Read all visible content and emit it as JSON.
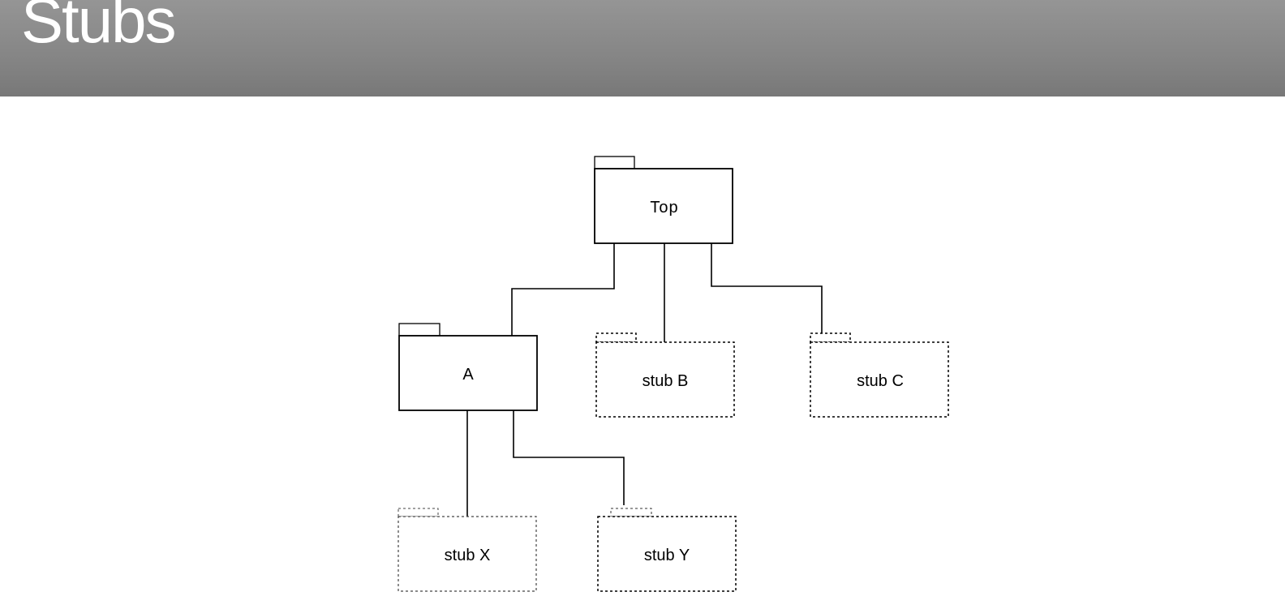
{
  "header": {
    "title": "Stubs"
  },
  "diagram": {
    "packages": [
      {
        "id": "top",
        "label": "Top",
        "kind": "package",
        "border": "solid"
      },
      {
        "id": "a",
        "label": "A",
        "kind": "package",
        "border": "solid"
      },
      {
        "id": "stub-b",
        "label": "stub B",
        "kind": "stub",
        "border": "dotted"
      },
      {
        "id": "stub-c",
        "label": "stub C",
        "kind": "stub",
        "border": "dotted"
      },
      {
        "id": "stub-x",
        "label": "stub X",
        "kind": "stub",
        "border": "dotted"
      },
      {
        "id": "stub-y",
        "label": "stub Y",
        "kind": "stub",
        "border": "dotted"
      }
    ],
    "edges": [
      {
        "from": "top",
        "to": "a"
      },
      {
        "from": "top",
        "to": "stub-b"
      },
      {
        "from": "top",
        "to": "stub-c"
      },
      {
        "from": "a",
        "to": "stub-x"
      },
      {
        "from": "a",
        "to": "stub-y"
      }
    ]
  },
  "colors": {
    "header_top": "#959595",
    "header_bottom": "#787878",
    "line": "#000000",
    "title": "#ffffff"
  }
}
